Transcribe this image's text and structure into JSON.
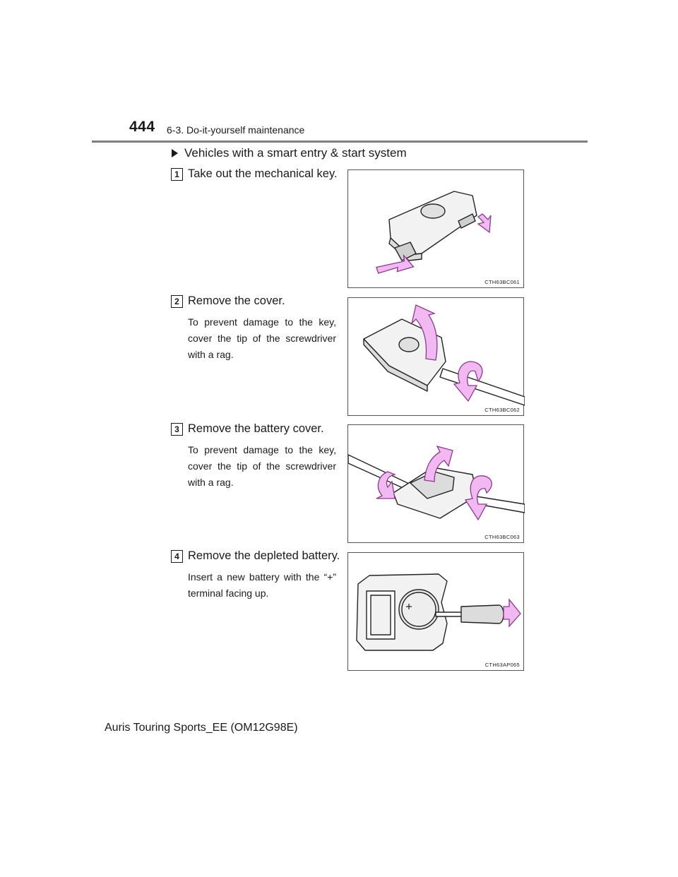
{
  "header": {
    "page_number": "444",
    "section": "6-3. Do-it-yourself maintenance"
  },
  "system_heading": "Vehicles with a smart entry & start system",
  "steps": [
    {
      "number": "1",
      "title": "Take out the mechanical key.",
      "note": "",
      "figure_code": "CTH63BC061"
    },
    {
      "number": "2",
      "title": "Remove the cover.",
      "note": "To prevent damage to the key, cover the tip of the screwdriver with a rag.",
      "figure_code": "CTH63BC062"
    },
    {
      "number": "3",
      "title": "Remove the battery cover.",
      "note": "To prevent damage to the key, cover the tip of the screwdriver with a rag.",
      "figure_code": "CTH63BC063"
    },
    {
      "number": "4",
      "title": "Remove the depleted battery.",
      "note": "Insert a new battery with the “+” terminal facing up.",
      "figure_code": "CTH63AP065"
    }
  ],
  "footer": "Auris Touring Sports_EE (OM12G98E)",
  "colors": {
    "arrow_fill": "#f2b8f2",
    "arrow_stroke": "#8a3a8a",
    "key_body": "#f2f2f2",
    "rule": "#7f7f7f"
  }
}
